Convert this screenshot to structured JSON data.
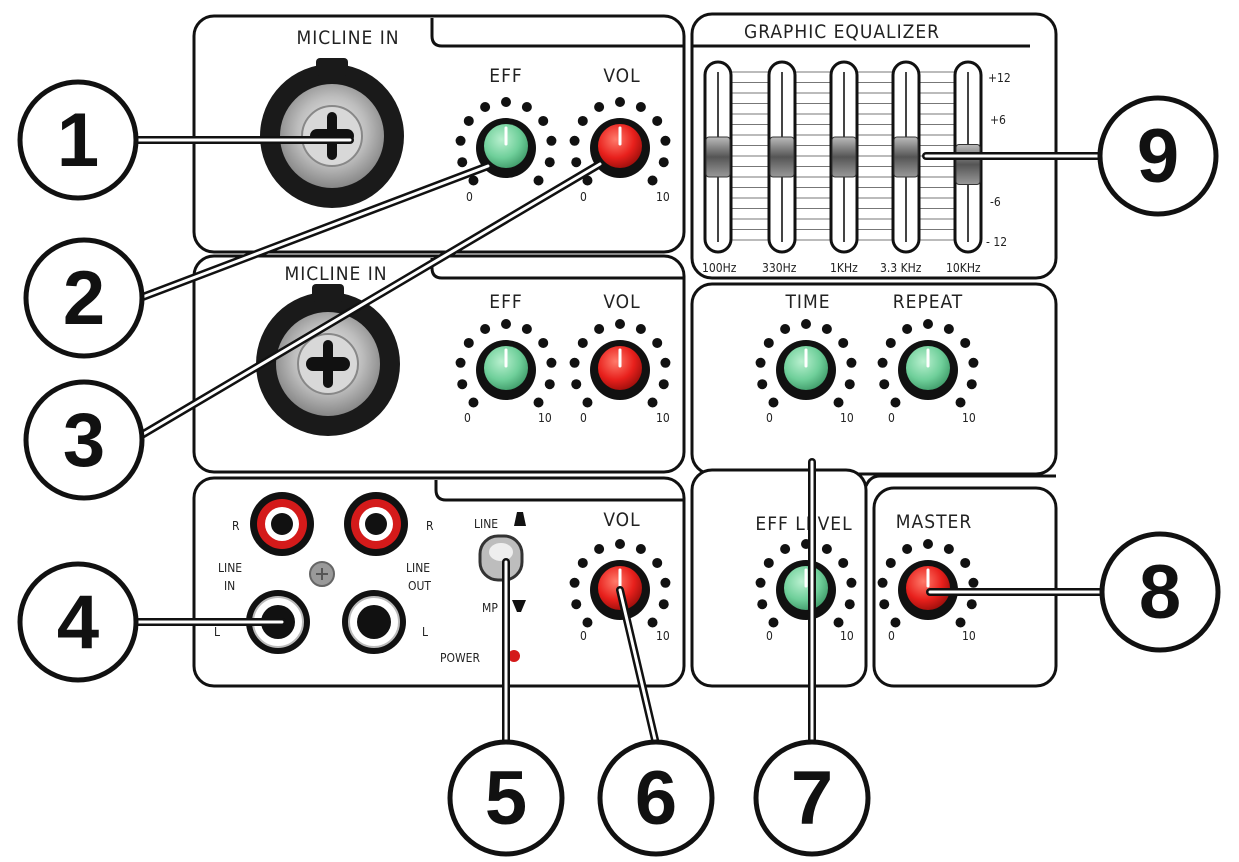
{
  "colors": {
    "knob_green": "#6fcf9a",
    "knob_red": "#e8201c",
    "rca_ring_red": "#d41a1a",
    "outline": "#111111"
  },
  "mic_channel_1": {
    "title": "MICLINE IN",
    "eff_label": "EFF",
    "vol_label": "VOL",
    "scale_min": "0",
    "scale_max": "10"
  },
  "mic_channel_2": {
    "title": "MICLINE IN",
    "eff_label": "EFF",
    "vol_label": "VOL",
    "scale_min": "0",
    "scale_max": "10"
  },
  "line_section": {
    "r_label": "R",
    "l_label": "L",
    "line_in_label_1": "LINE",
    "line_in_label_2": "IN",
    "line_out_label_1": "LINE",
    "line_out_label_2": "OUT",
    "switch_top_label": "LINE",
    "switch_bottom_label": "MP",
    "power_label": "POWER",
    "vol_label": "VOL",
    "scale_min": "0",
    "scale_max": "10"
  },
  "equalizer": {
    "title": "GRAPHIC EQUALIZER",
    "bands": [
      {
        "label": "100Hz",
        "level_db": 0
      },
      {
        "label": "330Hz",
        "level_db": 0
      },
      {
        "label": "1KHz",
        "level_db": 0
      },
      {
        "label": "3.3 KHz",
        "level_db": 0
      },
      {
        "label": "10KHz",
        "level_db": -1
      }
    ],
    "scale": [
      "+12",
      "+6",
      "-6",
      "- 12"
    ]
  },
  "echo_section": {
    "time_label": "TIME",
    "repeat_label": "REPEAT",
    "eff_level_label": "EFF LEVEL",
    "scale_min": "0",
    "scale_max": "10"
  },
  "master_section": {
    "master_label": "MASTER",
    "scale_min": "0",
    "scale_max": "10"
  },
  "callouts": [
    "1",
    "2",
    "3",
    "4",
    "5",
    "6",
    "7",
    "8",
    "9"
  ]
}
